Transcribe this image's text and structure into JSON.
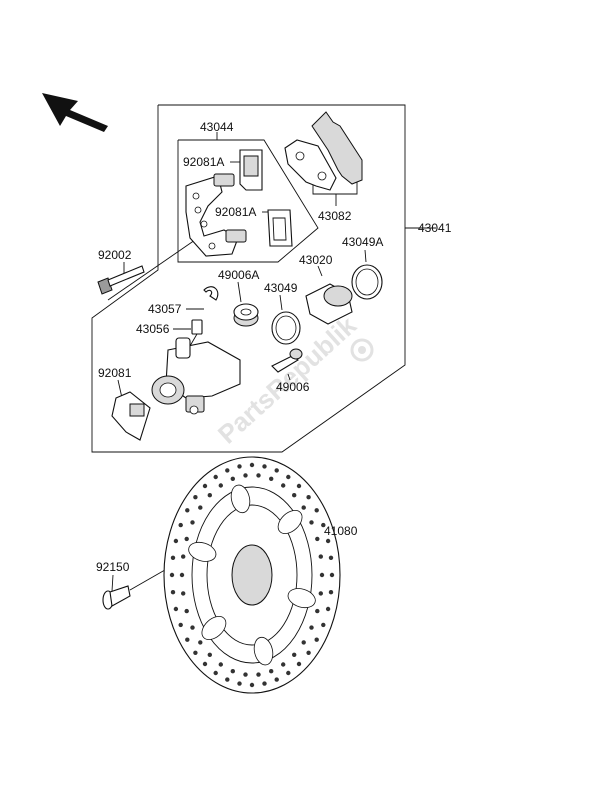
{
  "diagram": {
    "orientation_arrow_icon": "arrow-up-left-icon",
    "watermark": "PartsRepublik",
    "labels": {
      "p43044": "43044",
      "p92081A_1": "92081A",
      "p92081A_2": "92081A",
      "p43082": "43082",
      "p43041": "43041",
      "p92002": "92002",
      "p49006A": "49006A",
      "p43020": "43020",
      "p43049A": "43049A",
      "p43057": "43057",
      "p43049": "43049",
      "p43056": "43056",
      "p92081": "92081",
      "p49006": "49006",
      "p41080": "41080",
      "p92150": "92150"
    }
  }
}
